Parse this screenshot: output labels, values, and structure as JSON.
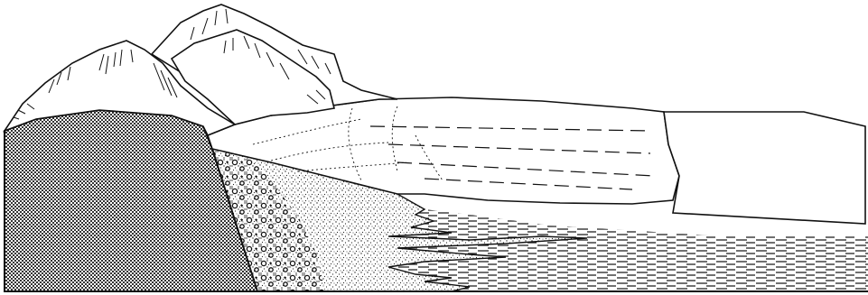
{
  "diagram": {
    "description_labels": [],
    "colors": {
      "ink": "#111111",
      "paper": "#ffffff",
      "bedrock_fill": "#6e6e6e",
      "sea_line": "#333333"
    },
    "regions": [
      "mountains",
      "bedrock",
      "glacier",
      "moraine-conglomerate",
      "sand-wedge",
      "marine-mud",
      "ice-shelf"
    ]
  }
}
